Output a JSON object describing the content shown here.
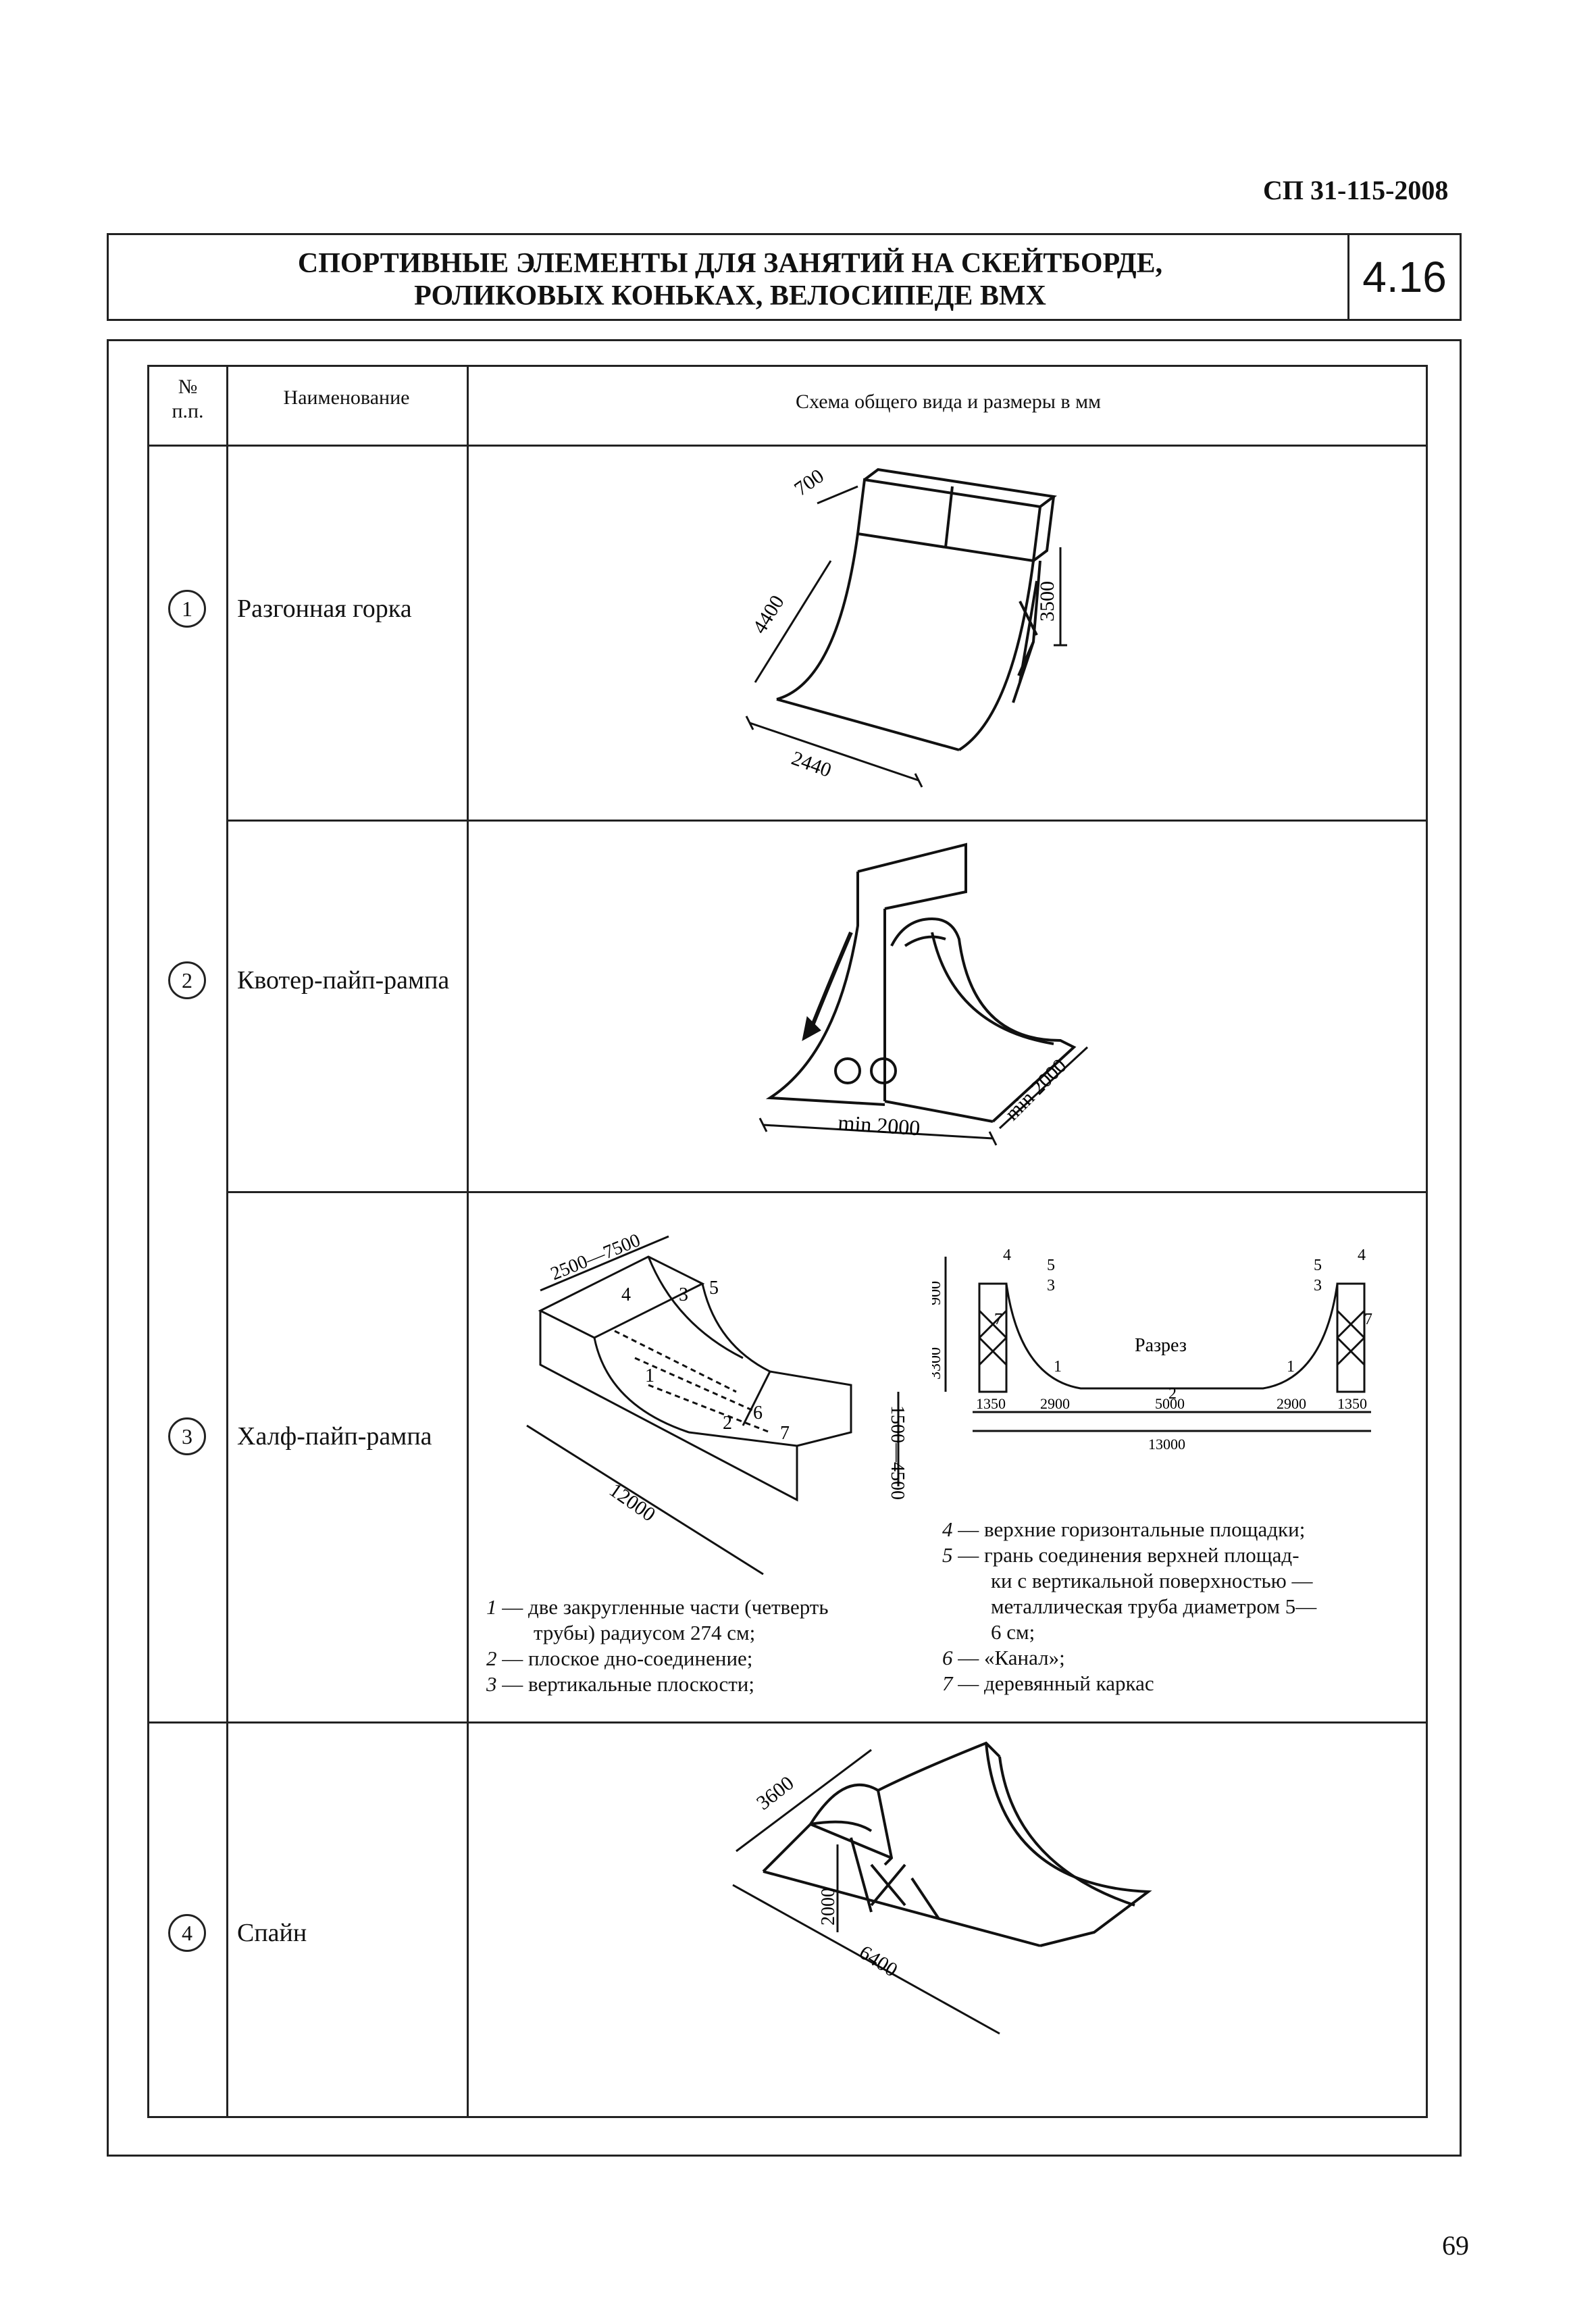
{
  "header": {
    "doc_code": "СП 31-115-2008"
  },
  "title": {
    "line1": "СПОРТИВНЫЕ ЭЛЕМЕНТЫ ДЛЯ ЗАНЯТИЙ НА СКЕЙТБОРДЕ,",
    "line2": "РОЛИКОВЫХ КОНЬКАХ, ВЕЛОСИПЕДЕ BMX",
    "section_number": "4.16"
  },
  "table": {
    "columns": {
      "num_line1": "№",
      "num_line2": "п.п.",
      "name": "Наименование",
      "scheme": "Схема общего вида и размеры в мм"
    },
    "rows": [
      {
        "num": "1",
        "name": "Разгонная горка",
        "dims": [
          "700",
          "4400",
          "3500",
          "2440"
        ]
      },
      {
        "num": "2",
        "name": "Квотер-пайп-рампа",
        "dims": [
          "min 2000",
          "min 2000"
        ]
      },
      {
        "num": "3",
        "name": "Халф-пайп-рампа",
        "iso_dims": [
          "2500—7500",
          "12000",
          "1500—4500"
        ],
        "iso_labels": [
          "4",
          "3",
          "5",
          "1",
          "2",
          "6",
          "7"
        ],
        "section_title": "Разрез",
        "section_dims_vertical": [
          "900",
          "3300"
        ],
        "section_dims": [
          "1350",
          "2900",
          "5000",
          "2900",
          "1350"
        ],
        "section_total": "13000",
        "section_labels": [
          "4",
          "5",
          "3",
          "7",
          "1",
          "2",
          "1",
          "5",
          "3",
          "4",
          "7"
        ],
        "legend_left": [
          {
            "n": "1",
            "text": " — две закругленные части (четверть"
          },
          {
            "n": "",
            "text": "трубы) радиусом 274 см;"
          },
          {
            "n": "2",
            "text": " — плоское дно-соединение;"
          },
          {
            "n": "3",
            "text": " — вертикальные плоскости;"
          }
        ],
        "legend_right": [
          {
            "n": "4",
            "text": " — верхние горизонтальные площадки;"
          },
          {
            "n": "5",
            "text": " — грань соединения верхней площад-"
          },
          {
            "n": "",
            "text": "ки с вертикальной поверхностью —"
          },
          {
            "n": "",
            "text": "металлическая труба диаметром 5—"
          },
          {
            "n": "",
            "text": "6 см;"
          },
          {
            "n": "6",
            "text": " — «Канал»;"
          },
          {
            "n": "7",
            "text": " — деревянный каркас"
          }
        ]
      },
      {
        "num": "4",
        "name": "Спайн",
        "dims": [
          "3600",
          "2000",
          "6400"
        ]
      }
    ]
  },
  "footer": {
    "page_number": "69"
  }
}
